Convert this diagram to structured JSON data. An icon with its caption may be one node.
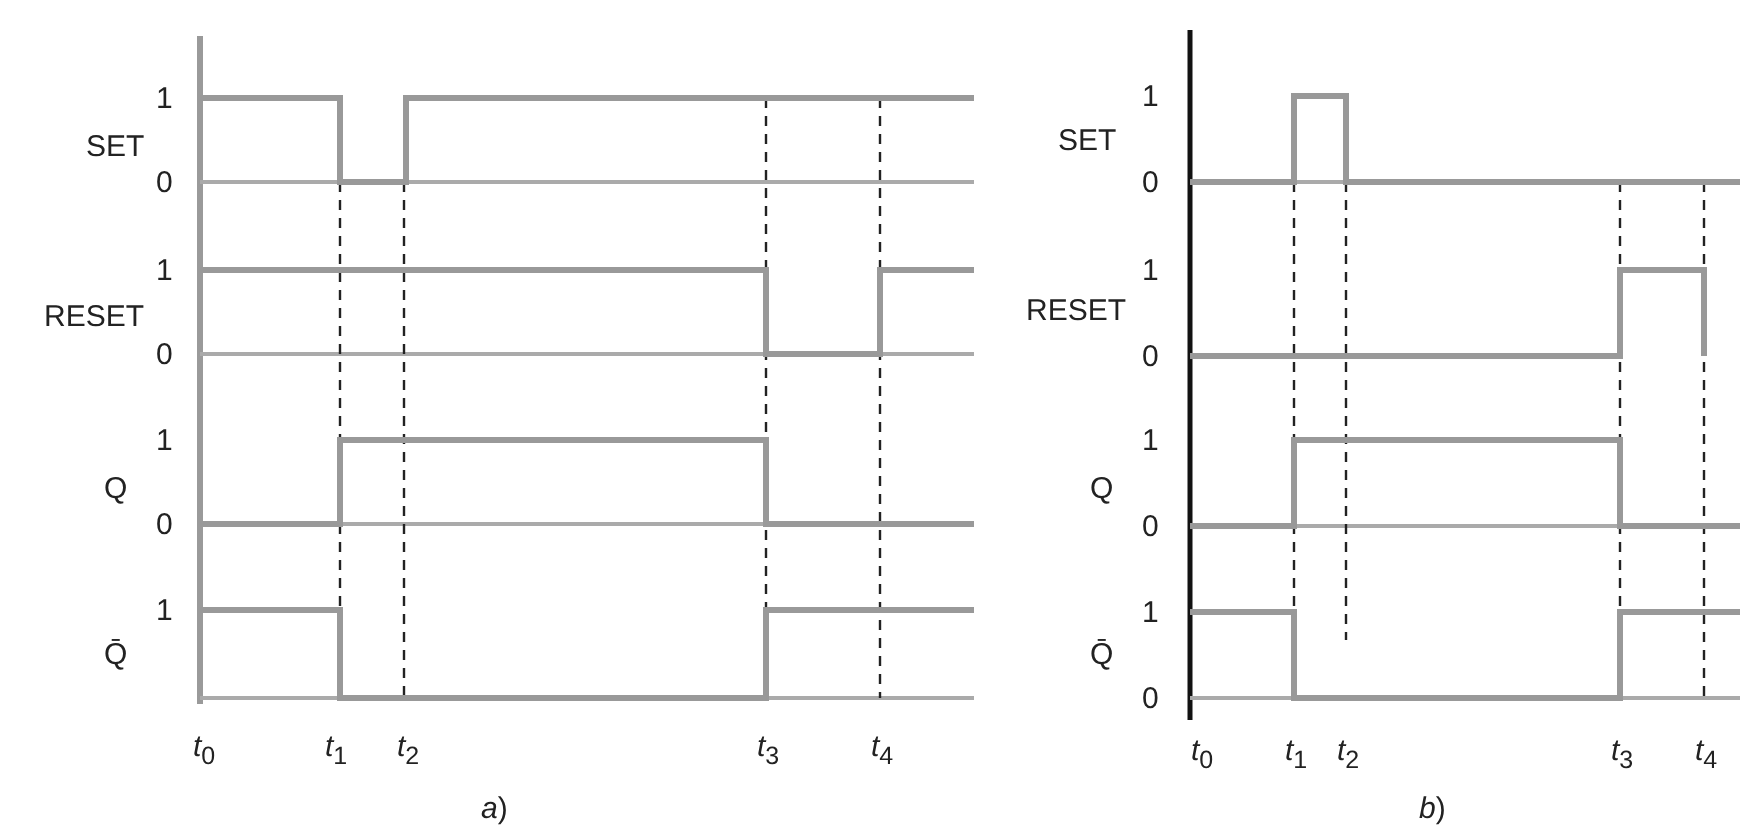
{
  "diagram": {
    "labels": [
      "1",
      "SET",
      "0",
      "1",
      "RESET",
      "0",
      "1",
      "Q",
      "0",
      "1",
      "Q̄",
      "*t*$_{0}$",
      "*t*$_{1}$",
      "*t*$_{2}$",
      "*t*$_{3}$",
      "*t*$_{4}$",
      "*a*)",
      "1",
      "SET",
      "0",
      "1",
      "RESET",
      "0",
      "1",
      "Q",
      "0",
      "1",
      "Q̄",
      "0",
      "*t*$_{0}$",
      "*t*$_{1}$",
      "*t*$_{2}$",
      "*t*$_{3}$",
      "*t*$_{4}$",
      "*b*)"
    ]
  }
}
